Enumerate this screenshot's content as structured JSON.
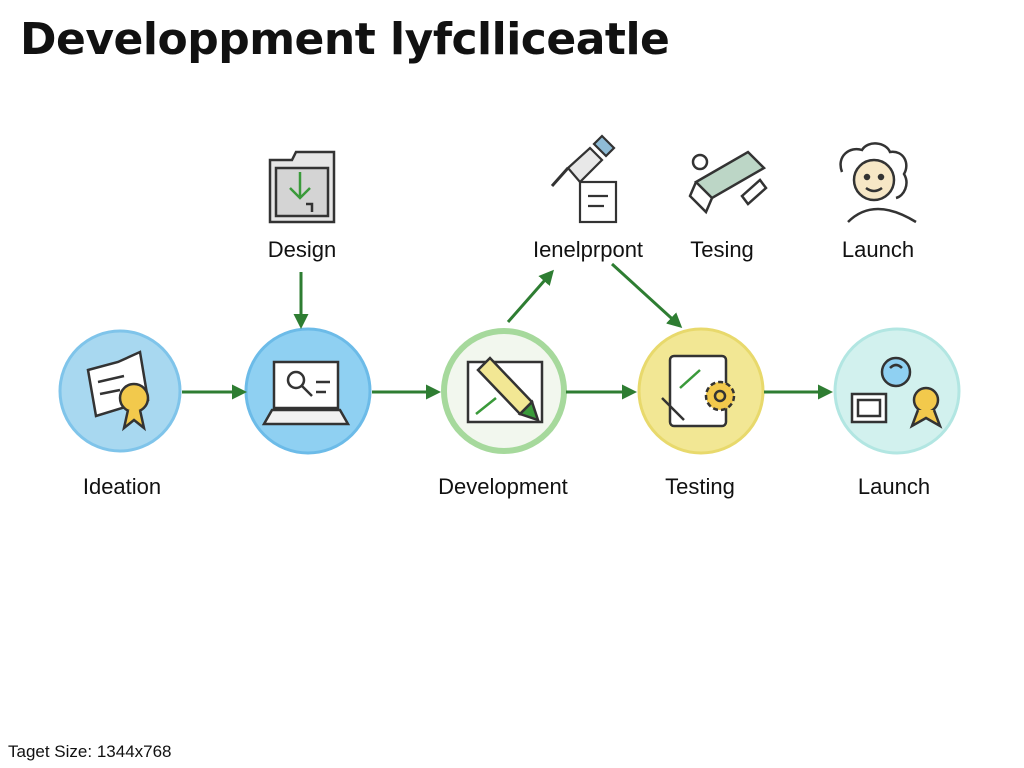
{
  "title": "Developpment lyfclliceatle",
  "top_row": [
    {
      "label": "Design",
      "icon": "folder-download-icon"
    },
    {
      "label": "Ienelprpont",
      "icon": "tools-icon"
    },
    {
      "label": "Tesing",
      "icon": "battery-icon"
    },
    {
      "label": "Launch",
      "icon": "person-icon"
    }
  ],
  "stages": [
    {
      "label": "Ideation",
      "icon": "document-badge-icon",
      "color": "#a8d8f0",
      "ring": "#7fc4ea"
    },
    {
      "label": "",
      "icon": "laptop-search-icon",
      "color": "#8fd0f2",
      "ring": "#6cbbe8"
    },
    {
      "label": "Development",
      "icon": "pen-tablet-icon",
      "color": "#f2f7ee",
      "ring": "#a6d99c"
    },
    {
      "label": "Testing",
      "icon": "tablet-gear-icon",
      "color": "#f2e794",
      "ring": "#e8d96c"
    },
    {
      "label": "Launch",
      "icon": "devices-badge-icon",
      "color": "#d2f1ee",
      "ring": "#b2e6e2"
    }
  ],
  "arrow_color": "#2e7d32",
  "footer": "Taget Size: 1344x768"
}
